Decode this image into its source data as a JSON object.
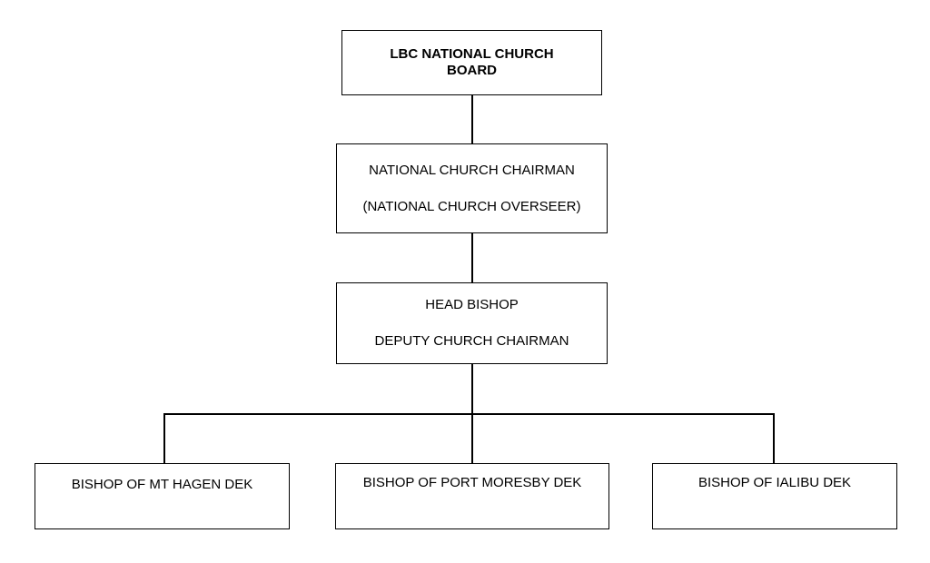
{
  "chart": {
    "board": {
      "line1": "LBC NATIONAL CHURCH",
      "line2": "BOARD"
    },
    "chairman": {
      "line1": "NATIONAL CHURCH CHAIRMAN",
      "line2": "(NATIONAL CHURCH OVERSEER)"
    },
    "head_bishop": {
      "line1": "HEAD BISHOP",
      "line2": "DEPUTY CHURCH CHAIRMAN"
    },
    "bishops": [
      "BISHOP OF MT HAGEN DEK",
      "BISHOP OF PORT MORESBY DEK",
      "BISHOP OF IALIBU DEK"
    ]
  }
}
